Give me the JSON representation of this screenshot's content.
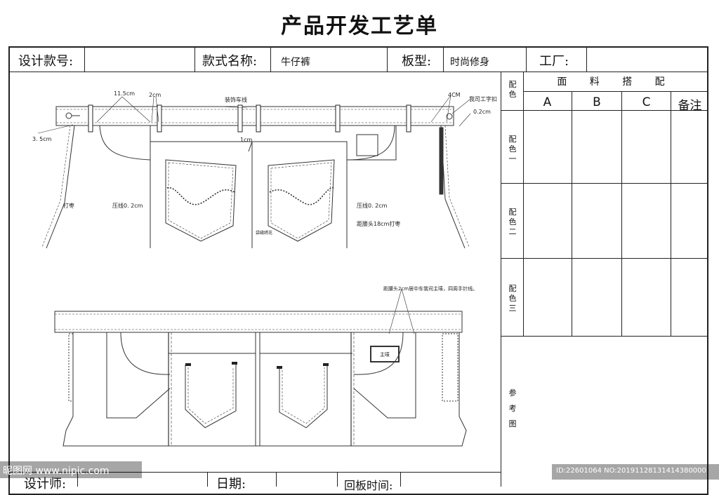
{
  "title": "产品开发工艺单",
  "header": {
    "design_no_label": "设计款号:",
    "design_no_value": "",
    "style_name_label": "款式名称:",
    "style_name_value": "牛仔裤",
    "pattern_label": "板型:",
    "pattern_value": "时尚修身",
    "factory_label": "工厂:",
    "factory_value": ""
  },
  "side_panel": {
    "color_label": "配色",
    "fabric_header": "面 料 搭 配",
    "columns": [
      "A",
      "B",
      "C",
      "备注"
    ],
    "rows": [
      "配色一",
      "配色二",
      "配色三"
    ],
    "reference_label": "参考图"
  },
  "annotations": {
    "dim_11_5": "11.5cm",
    "dim_2": "2cm",
    "deco_stitch": "装饰车线",
    "dim_4": "4CM",
    "company_button": "我司工字扣",
    "dim_0_2": "0.2cm",
    "dim_3_5": "3. 5cm",
    "dim_1": "1cm",
    "bartack": "打枣",
    "press_left": "压线0. 2cm",
    "press_right": "压线0. 2cm",
    "pocket_stitch": "袋缝绣花",
    "waist_bartack": "距腰头18cm打枣",
    "main_label_note": "距腰头2cm居中车我司主唛，四周手针线。",
    "main_label": "主唛"
  },
  "bottom": {
    "designer_label": "设计师:",
    "date_label": "日期:",
    "return_label": "回板时间:"
  },
  "watermark": {
    "left": "昵图网 www.nipic.com",
    "right": "ID:22601064 NO:20191128131414380000"
  }
}
